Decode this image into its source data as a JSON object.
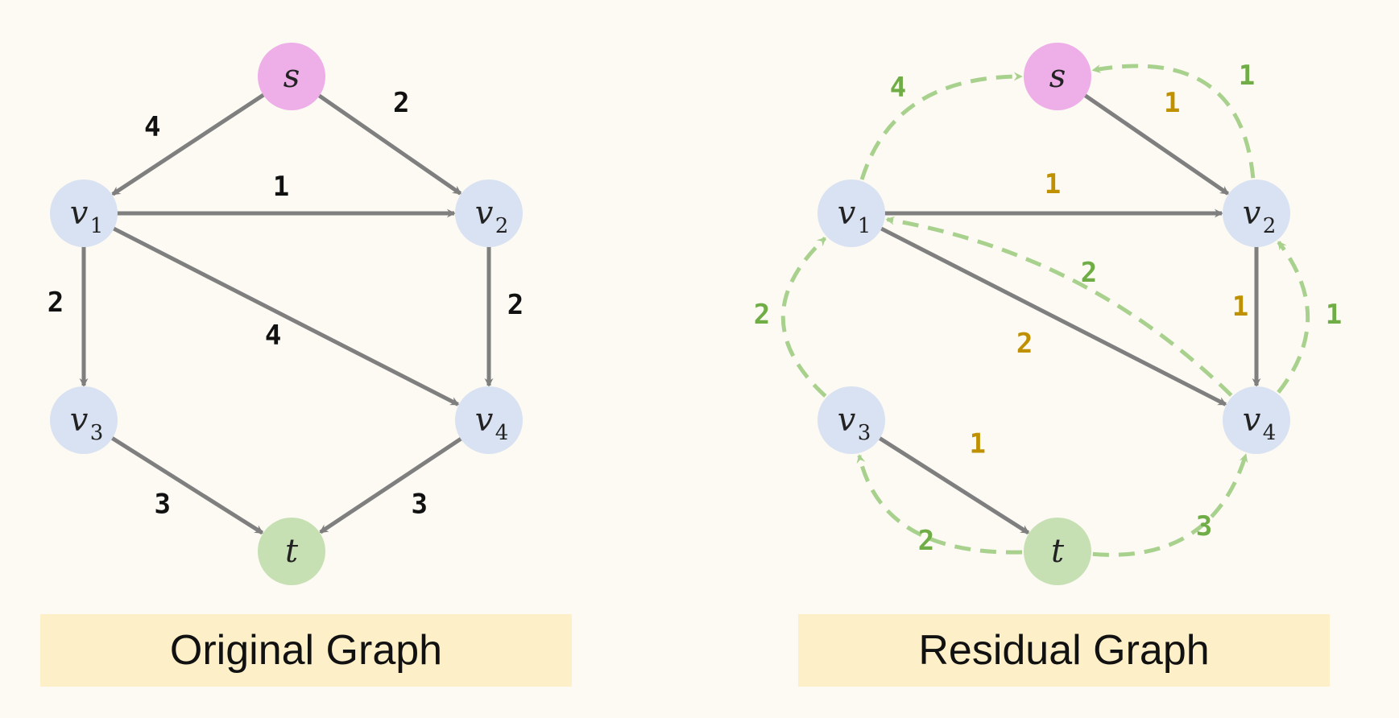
{
  "colors": {
    "background": "#fcfaf2",
    "node_default": "#d9e2f2",
    "node_source": "#eeaee8",
    "node_sink": "#c6e0b4",
    "edge": "#7f7f7f",
    "forward_label": "#bf9000",
    "residual_edge": "#a9d18e",
    "residual_label": "#70ad47",
    "banner": "#fdf0c8"
  },
  "original": {
    "caption": "Original Graph",
    "nodes": {
      "s": {
        "name": "s",
        "sub": ""
      },
      "v1": {
        "name": "v",
        "sub": "1"
      },
      "v2": {
        "name": "v",
        "sub": "2"
      },
      "v3": {
        "name": "v",
        "sub": "3"
      },
      "v4": {
        "name": "v",
        "sub": "4"
      },
      "t": {
        "name": "t",
        "sub": ""
      }
    },
    "edges": [
      {
        "from": "s",
        "to": "v1",
        "capacity": "4"
      },
      {
        "from": "s",
        "to": "v2",
        "capacity": "2"
      },
      {
        "from": "v1",
        "to": "v2",
        "capacity": "1"
      },
      {
        "from": "v1",
        "to": "v3",
        "capacity": "2"
      },
      {
        "from": "v1",
        "to": "v4",
        "capacity": "4"
      },
      {
        "from": "v2",
        "to": "v4",
        "capacity": "2"
      },
      {
        "from": "v3",
        "to": "t",
        "capacity": "3"
      },
      {
        "from": "v4",
        "to": "t",
        "capacity": "3"
      }
    ]
  },
  "residual": {
    "caption": "Residual Graph",
    "nodes": {
      "s": {
        "name": "s",
        "sub": ""
      },
      "v1": {
        "name": "v",
        "sub": "1"
      },
      "v2": {
        "name": "v",
        "sub": "2"
      },
      "v3": {
        "name": "v",
        "sub": "3"
      },
      "v4": {
        "name": "v",
        "sub": "4"
      },
      "t": {
        "name": "t",
        "sub": ""
      }
    },
    "forward_edges": [
      {
        "from": "s",
        "to": "v2",
        "capacity": "1"
      },
      {
        "from": "v1",
        "to": "v2",
        "capacity": "1"
      },
      {
        "from": "v2",
        "to": "v4",
        "capacity": "1"
      },
      {
        "from": "v1",
        "to": "v4",
        "capacity": "2"
      },
      {
        "from": "v3",
        "to": "t",
        "capacity": "1"
      }
    ],
    "backward_edges": [
      {
        "from": "v1",
        "to": "s",
        "capacity": "4"
      },
      {
        "from": "v2",
        "to": "s",
        "capacity": "1"
      },
      {
        "from": "v4",
        "to": "v1",
        "capacity": "2"
      },
      {
        "from": "v4",
        "to": "v2",
        "capacity": "1"
      },
      {
        "from": "v3",
        "to": "v1",
        "capacity": "2"
      },
      {
        "from": "t",
        "to": "v3",
        "capacity": "2"
      },
      {
        "from": "t",
        "to": "v4",
        "capacity": "3"
      }
    ]
  }
}
